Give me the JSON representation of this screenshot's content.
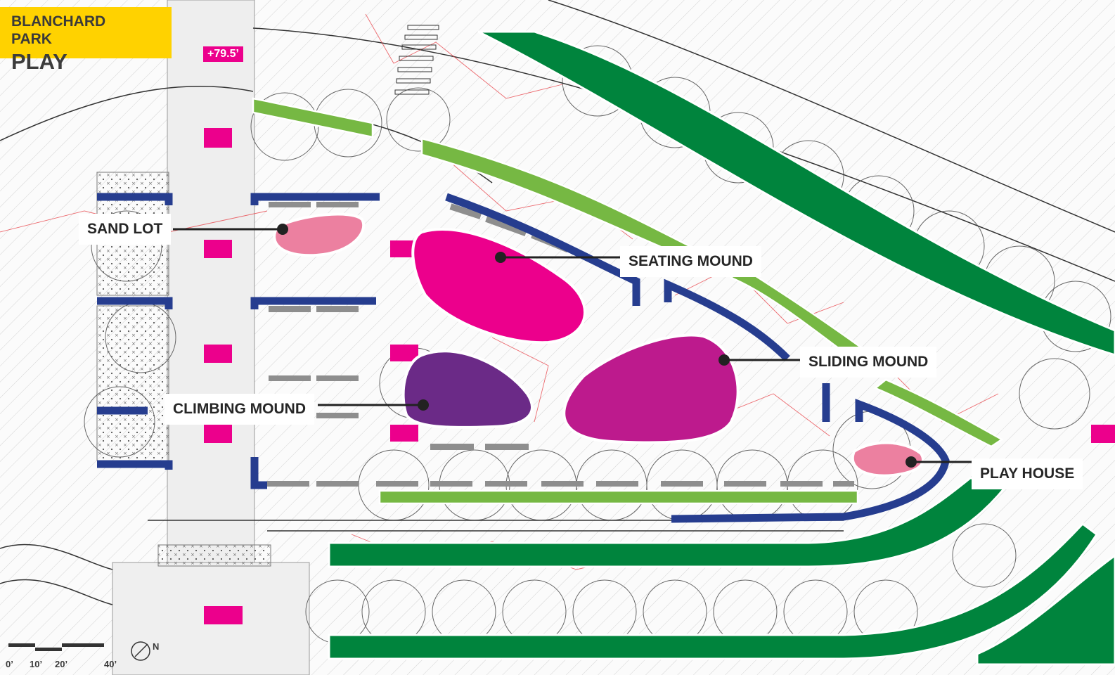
{
  "title": {
    "line1": "BLANCHARD",
    "line2": "PARK",
    "line3": "PLAY"
  },
  "labels": {
    "sand_lot": "SAND LOT",
    "seating_mound": "SEATING MOUND",
    "sliding_mound": "SLIDING MOUND",
    "climbing_mound": "CLIMBING MOUND",
    "play_house": "PLAY HOUSE"
  },
  "elevation_tag": "+79.5’",
  "scale_bar": {
    "t0": "0’",
    "t1": "10’",
    "t2": "20’",
    "t3": "40’",
    "north": "N"
  },
  "colors": {
    "dark_green": "#00843d",
    "light_green": "#76b843",
    "navy": "#263d8f",
    "magenta": "#ec008c",
    "purple": "#6b2a87",
    "violet": "#bd1a8d",
    "pink": "#ec80a0",
    "title_yellow": "#ffd200"
  }
}
